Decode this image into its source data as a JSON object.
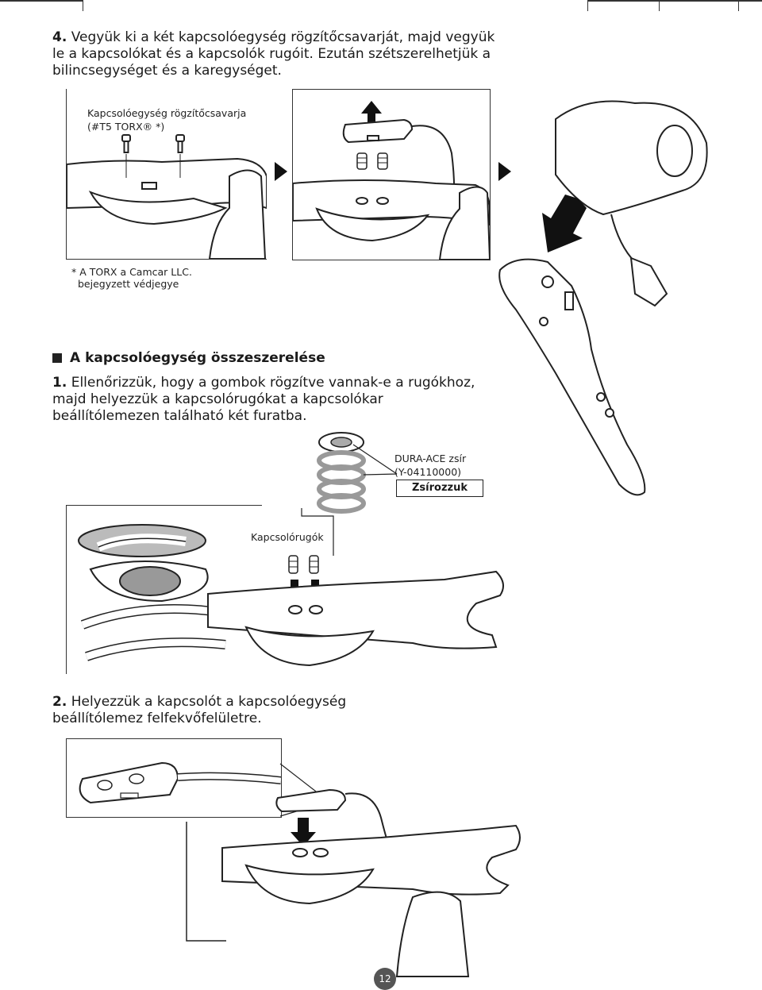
{
  "step4": {
    "number": "4.",
    "text": "Vegyük ki a két kapcsolóegység rögzítőcsavarját, majd vegyük le a kapcsolókat és a kapcsolók rugóit. Ezután szétszerelhetjük a bilincsegységet és a karegységet."
  },
  "fig1": {
    "screw_label_line1": "Kapcsolóegység rögzítőcsavarja",
    "screw_label_line2": "(#T5 TORX® *)"
  },
  "footnote": {
    "line1": "* A TORX a Camcar LLC.",
    "line2": "bejegyzett védjegye"
  },
  "section": {
    "title": "A kapcsolóegység összeszerelése"
  },
  "step1": {
    "number": "1.",
    "text": "Ellenőrizzük, hogy a gombok rögzítve vannak-e a rugókhoz, majd helyezzük a kapcsolórugókat a kapcsolókar beállítólemezen található két furatba."
  },
  "grease": {
    "line1": "DURA-ACE zsír",
    "line2": "(Y-04110000)",
    "action": "Zsírozzuk"
  },
  "springs_label": "Kapcsolórugók",
  "step2": {
    "number": "2.",
    "text": "Helyezzük a kapcsolót a kapcsolóegység beállítólemez felfekvőfelületre."
  },
  "page_number": "12",
  "icons": [
    "arrow-up-icon",
    "arrow-down-icon",
    "triangle-right-icon",
    "spring-icon",
    "screw-icon"
  ]
}
